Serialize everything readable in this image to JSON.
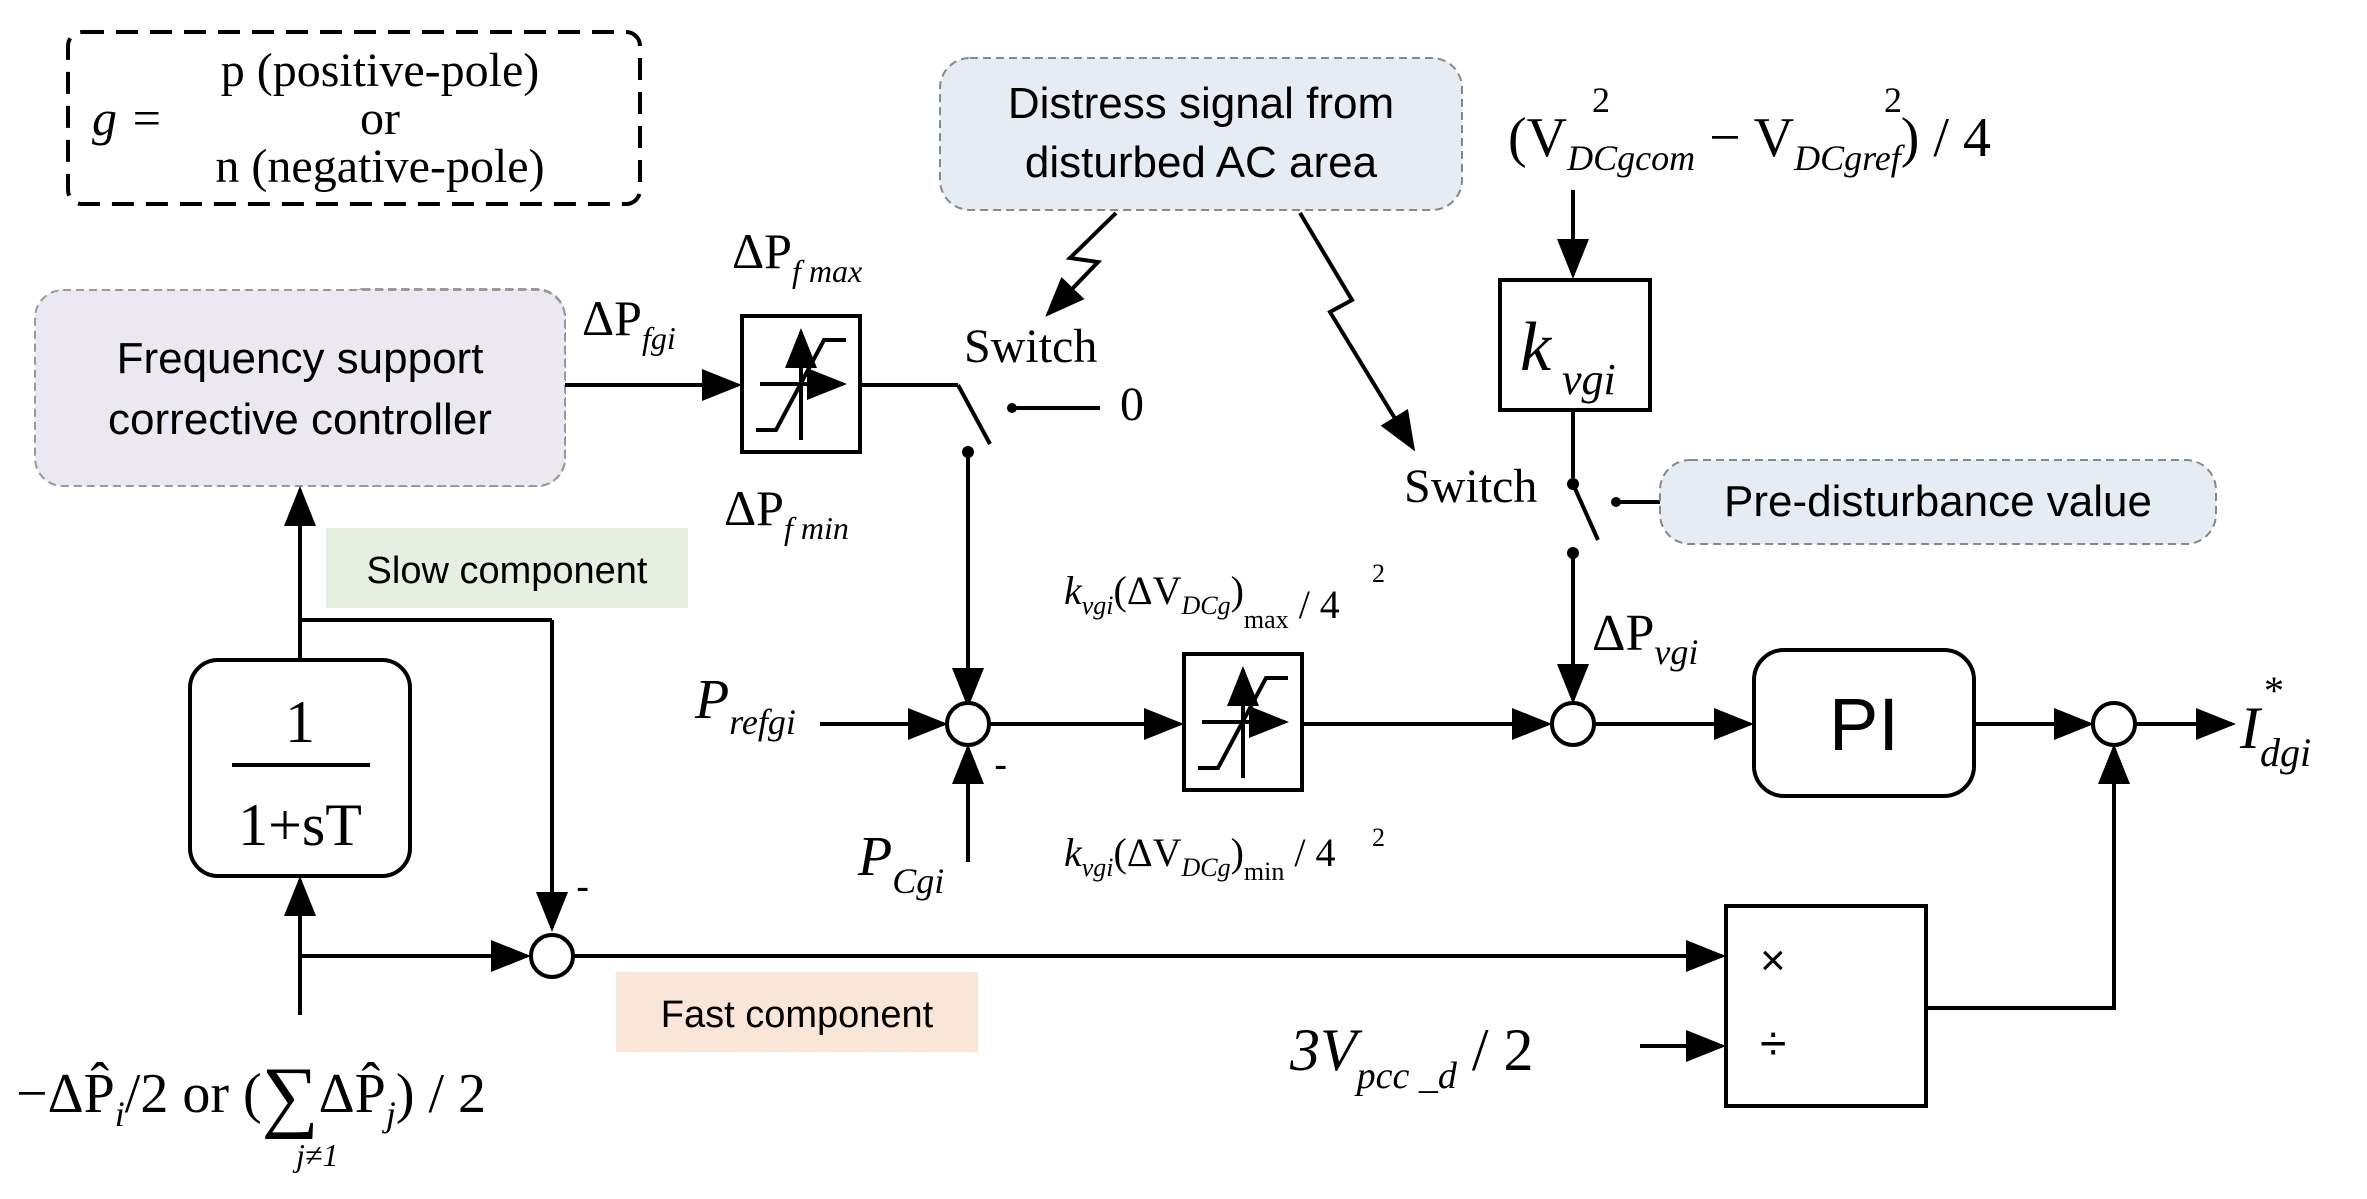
{
  "legend": {
    "g_eq": "g =",
    "line1": "p (positive-pole)",
    "line2": "or",
    "line3": "n (negative-pole)"
  },
  "callouts": {
    "distress_line1": "Distress signal from",
    "distress_line2": "disturbed AC area",
    "pre_disturbance": "Pre-disturbance value"
  },
  "blocks": {
    "freq_line1": "Frequency support",
    "freq_line2": "corrective controller",
    "filter_num": "1",
    "filter_den": "1+sT",
    "kvgi": "k",
    "kvgi_sub": "vgi",
    "pi": "PI",
    "mult": "×",
    "div": "÷"
  },
  "component_labels": {
    "slow": "Slow component",
    "fast": "Fast component"
  },
  "signals": {
    "dp_fgi": "ΔP",
    "dp_fgi_sub": "fgi",
    "dp_fmax": "ΔP",
    "dp_fmax_sub": "f max",
    "dp_fmin": "ΔP",
    "dp_fmin_sub": "f min",
    "switch1": "Switch",
    "zero": "0",
    "switch2": "Switch",
    "vdc_expr_open": "(V",
    "vdc_com_sub": "DCgcom",
    "vdc_minus": " − V",
    "vdc_ref_sub": "DCgref",
    "vdc_close": ") / 4",
    "sq": "2",
    "p_ref": "P",
    "p_ref_sub": "refgi",
    "p_cgi": "P",
    "p_cgi_sub": "Cgi",
    "minus": "-",
    "lim_max_k": "k",
    "lim_max_ksub": "vgi",
    "lim_max_mid": "(ΔV",
    "lim_max_vsub": "DCg",
    "lim_max_end": ")",
    "lim_max_sub2": "max",
    "lim_max_tail": " / 4",
    "lim_min_k": "k",
    "lim_min_ksub": "vgi",
    "lim_min_mid": "(ΔV",
    "lim_min_vsub": "DCg",
    "lim_min_end": ")",
    "lim_min_sub2": "min",
    "lim_min_tail": " / 4",
    "dp_vgi": "ΔP",
    "dp_vgi_sub": "vgi",
    "i_dgi": "I",
    "i_dgi_sub": "dgi",
    "i_dgi_sup": "*",
    "vpcc_pre": "3V",
    "vpcc_sub": "pcc _d",
    "vpcc_post": " / 2",
    "input_expr": "−ΔP̂",
    "input_i": "i",
    "input_mid": "/2 or (",
    "input_sum": "∑",
    "input_dp": "ΔP̂",
    "input_j": "j",
    "input_end": ") / 2",
    "input_sum_idx": "j≠1"
  },
  "colors": {
    "freq_block_fill": "#ebe8f2",
    "callout_fill": "#e6ecf4",
    "slow_fill": "#e6efe0",
    "fast_fill": "#fae6d8"
  }
}
